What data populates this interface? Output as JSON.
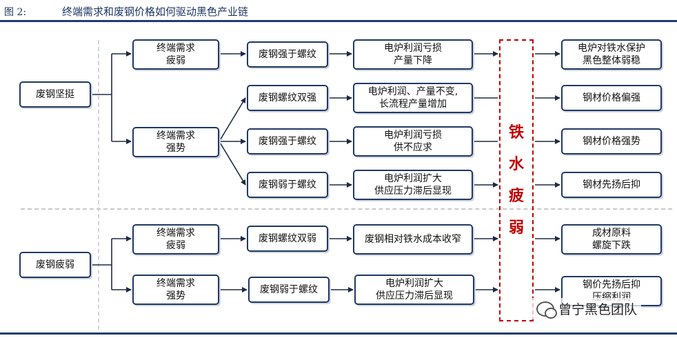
{
  "header": {
    "figure_label": "图 2:",
    "title": "终端需求和废钢价格如何驱动黑色产业链"
  },
  "left": {
    "strong": "废钢坚挺",
    "weak": "废钢疲弱"
  },
  "demand": {
    "d1": "终端需求\n疲弱",
    "d2": "终端需求\n强势",
    "d3": "终端需求\n疲弱",
    "d4": "终端需求\n强势"
  },
  "scrap": {
    "s1": "废钢强于螺纹",
    "s2": "废钢螺纹双强",
    "s3": "废钢强于螺纹",
    "s4": "废钢弱于螺纹",
    "s5": "废钢螺纹双弱",
    "s6": "废钢弱于螺纹"
  },
  "eaf": {
    "e1": "电炉利润亏损\n产量下降",
    "e2": "电炉利润、产量不变,\n长流程产量增加",
    "e3": "电炉利润亏损\n供不应求",
    "e4": "电炉利润扩大\n供应压力滞后显现",
    "e5": "废钢相对铁水成本收窄",
    "e6": "电炉利润扩大\n供应压力滞后显现"
  },
  "center": {
    "chars": [
      "铁",
      "水",
      "疲",
      "弱"
    ]
  },
  "result": {
    "r1": "电炉对铁水保护\n黑色整体弱稳",
    "r2": "钢材价格偏强",
    "r3": "钢材价格强势",
    "r4": "钢材先扬后抑",
    "r5": "成材原料\n螺旋下跌",
    "r6": "钢价先扬后抑\n压缩利润"
  },
  "watermark": "曾宁黑色团队",
  "colors": {
    "box_border": "#1f3864",
    "accent_red": "#c00000",
    "rule": "#1f3b73"
  }
}
